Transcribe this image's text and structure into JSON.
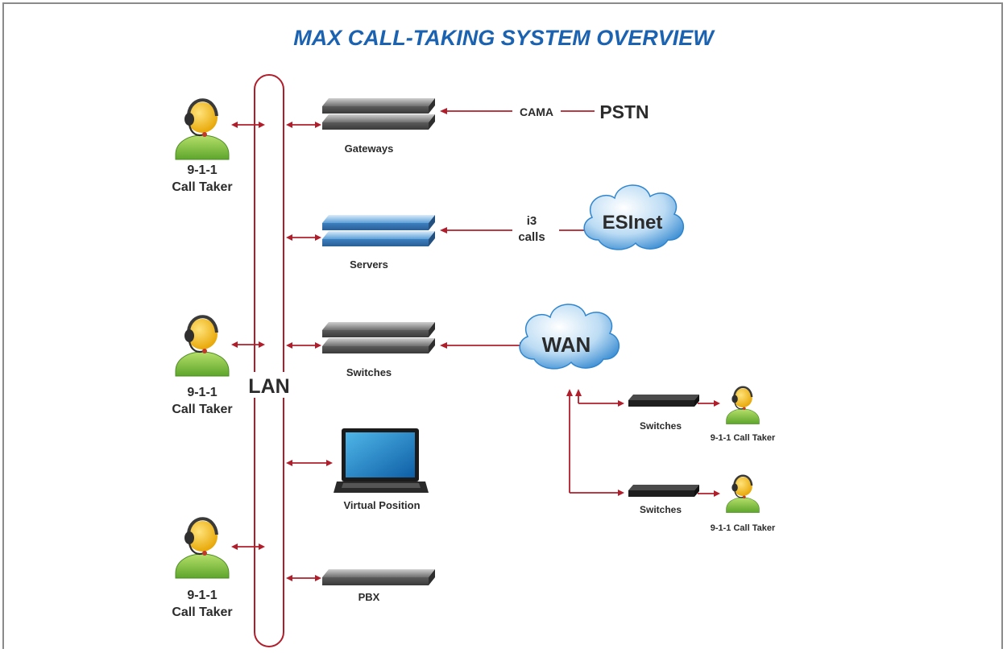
{
  "title": "MAX CALL-TAKING SYSTEM OVERVIEW",
  "lan_label": "LAN",
  "call_taker_line1": "9-1-1",
  "call_taker_line2": "Call Taker",
  "devices": {
    "gateways": "Gateways",
    "servers": "Servers",
    "switches": "Switches",
    "virtual_position": "Virtual Position",
    "pbx": "PBX"
  },
  "external": {
    "cama": "CAMA",
    "pstn": "PSTN",
    "i3_line1": "i3",
    "i3_line2": "calls",
    "esinet": "ESInet",
    "wan": "WAN"
  },
  "remote": {
    "switches_label": "Switches",
    "call_taker_label": "9-1-1 Call Taker"
  },
  "colors": {
    "title": "#1b62b0",
    "connector": "#b01e2b",
    "person_body": "#7bc043",
    "person_head": "#f3c21c",
    "cloud": "#2f86cf"
  },
  "icons": [
    "person-headset-icon",
    "rack-server-icon",
    "laptop-icon",
    "cloud-icon"
  ]
}
